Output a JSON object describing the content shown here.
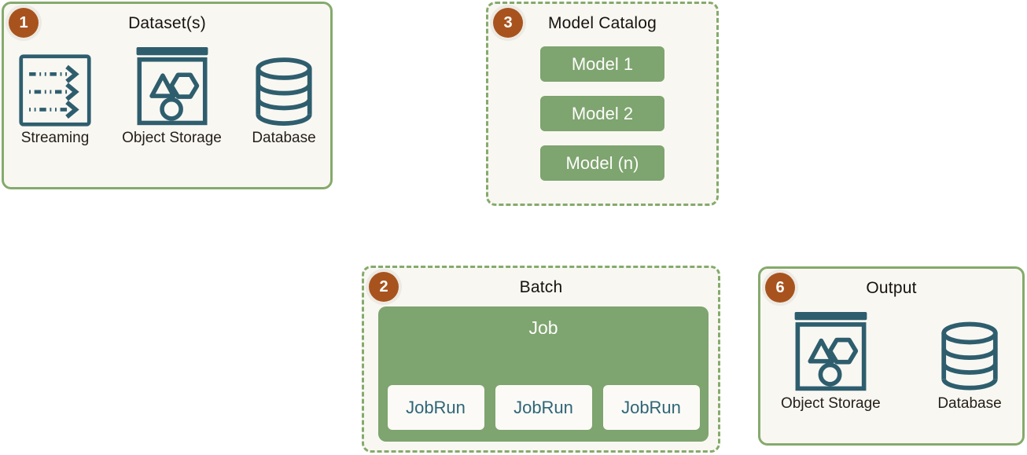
{
  "colors": {
    "panel_background": "#f9f7f2",
    "border_green": "#85aa6c",
    "fill_green": "#7ea46f",
    "badge_orange": "#a8531e",
    "icon_teal": "#2e5e6e",
    "jobrun_text_teal": "#2f6577"
  },
  "panels": {
    "datasets": {
      "badge": "1",
      "title": "Dataset(s)",
      "items": [
        {
          "icon": "streaming-icon",
          "label": "Streaming"
        },
        {
          "icon": "object-storage-icon",
          "label": "Object Storage"
        },
        {
          "icon": "database-icon",
          "label": "Database"
        }
      ]
    },
    "model_catalog": {
      "badge": "3",
      "title": "Model Catalog",
      "models": [
        {
          "label": "Model 1"
        },
        {
          "label": "Model 2"
        },
        {
          "label": "Model (n)"
        }
      ]
    },
    "batch": {
      "badge": "2",
      "title": "Batch",
      "job_label": "Job",
      "job_runs": [
        {
          "label": "JobRun"
        },
        {
          "label": "JobRun"
        },
        {
          "label": "JobRun"
        }
      ]
    },
    "output": {
      "badge": "6",
      "title": "Output",
      "items": [
        {
          "icon": "object-storage-icon",
          "label": "Object Storage"
        },
        {
          "icon": "database-icon",
          "label": "Database"
        }
      ]
    }
  }
}
